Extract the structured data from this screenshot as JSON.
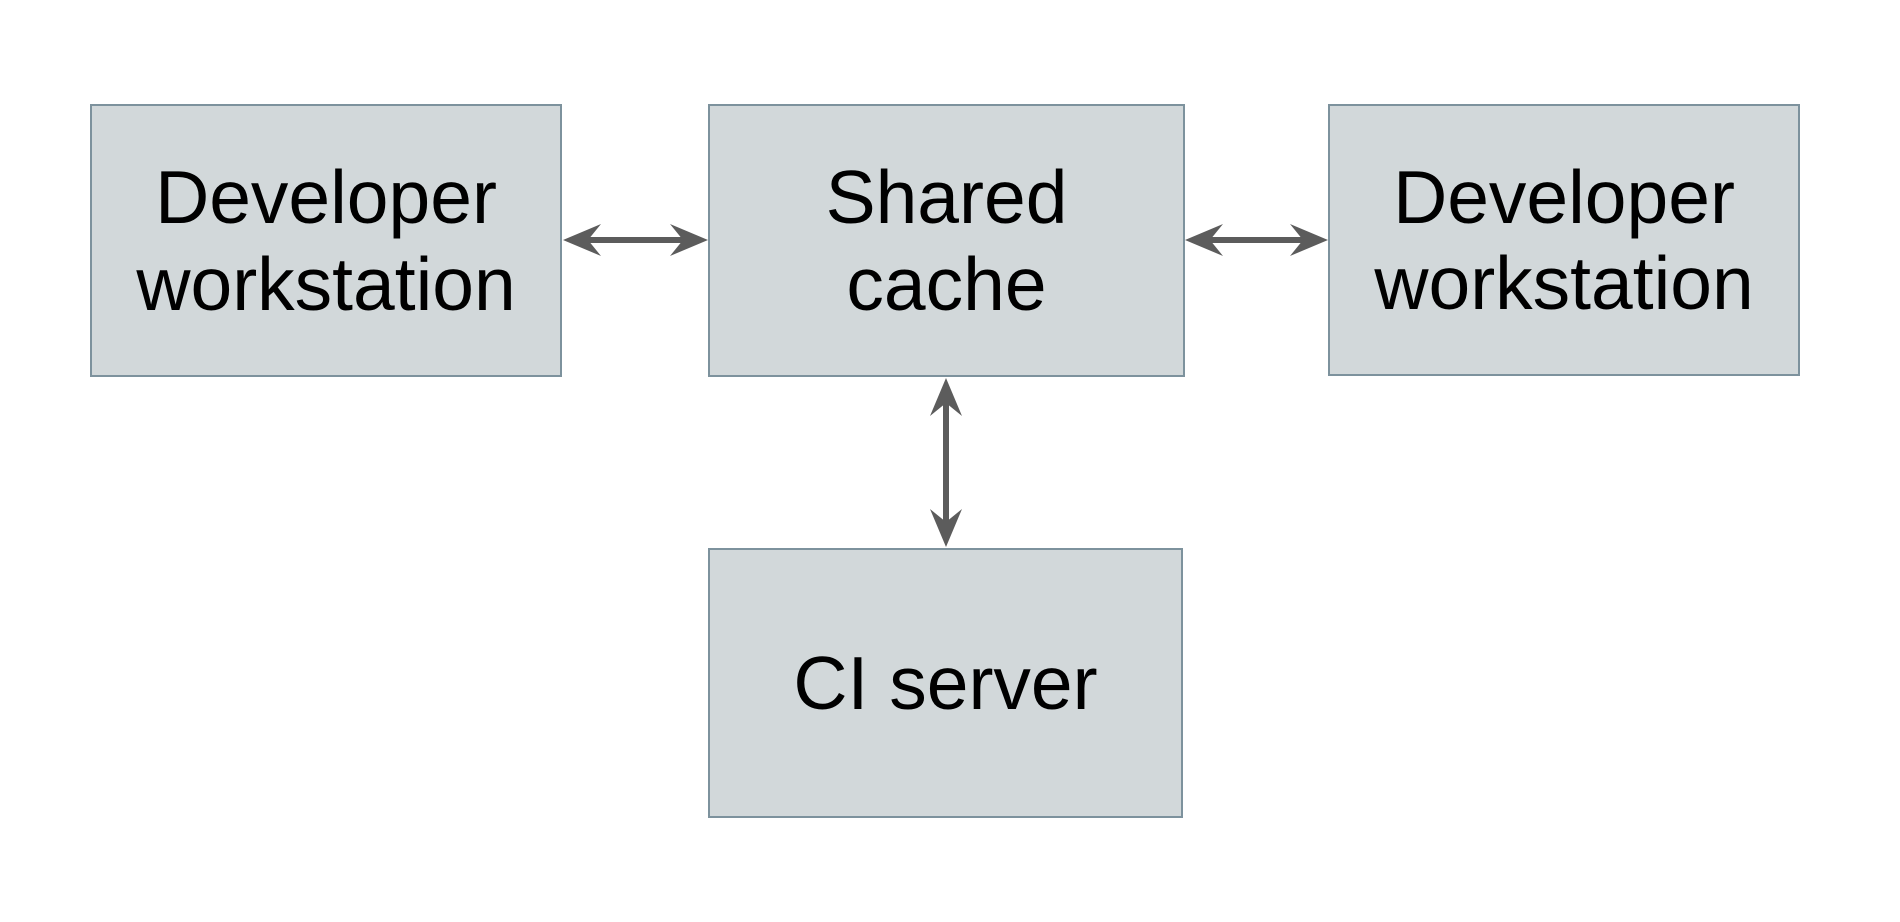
{
  "theme": {
    "background": "#ffffff",
    "box_fill": "#d2d8da",
    "box_border": "#7d929d",
    "arrow_color": "#5c5c5c",
    "text_color": "#000000"
  },
  "diagram": {
    "nodes": {
      "developer_workstation_left": {
        "label": "Developer workstation",
        "lines": [
          "Developer",
          "workstation"
        ]
      },
      "shared_cache": {
        "label": "Shared cache",
        "lines": [
          "Shared",
          "cache"
        ]
      },
      "developer_workstation_right": {
        "label": "Developer workstation",
        "lines": [
          "Developer",
          "workstation"
        ]
      },
      "ci_server": {
        "label": "CI server",
        "lines": [
          "CI server"
        ]
      }
    },
    "edges": [
      {
        "from": "developer_workstation_left",
        "to": "shared_cache",
        "style": "double-headed-arrow"
      },
      {
        "from": "shared_cache",
        "to": "developer_workstation_right",
        "style": "double-headed-arrow"
      },
      {
        "from": "shared_cache",
        "to": "ci_server",
        "style": "double-headed-arrow"
      }
    ]
  }
}
